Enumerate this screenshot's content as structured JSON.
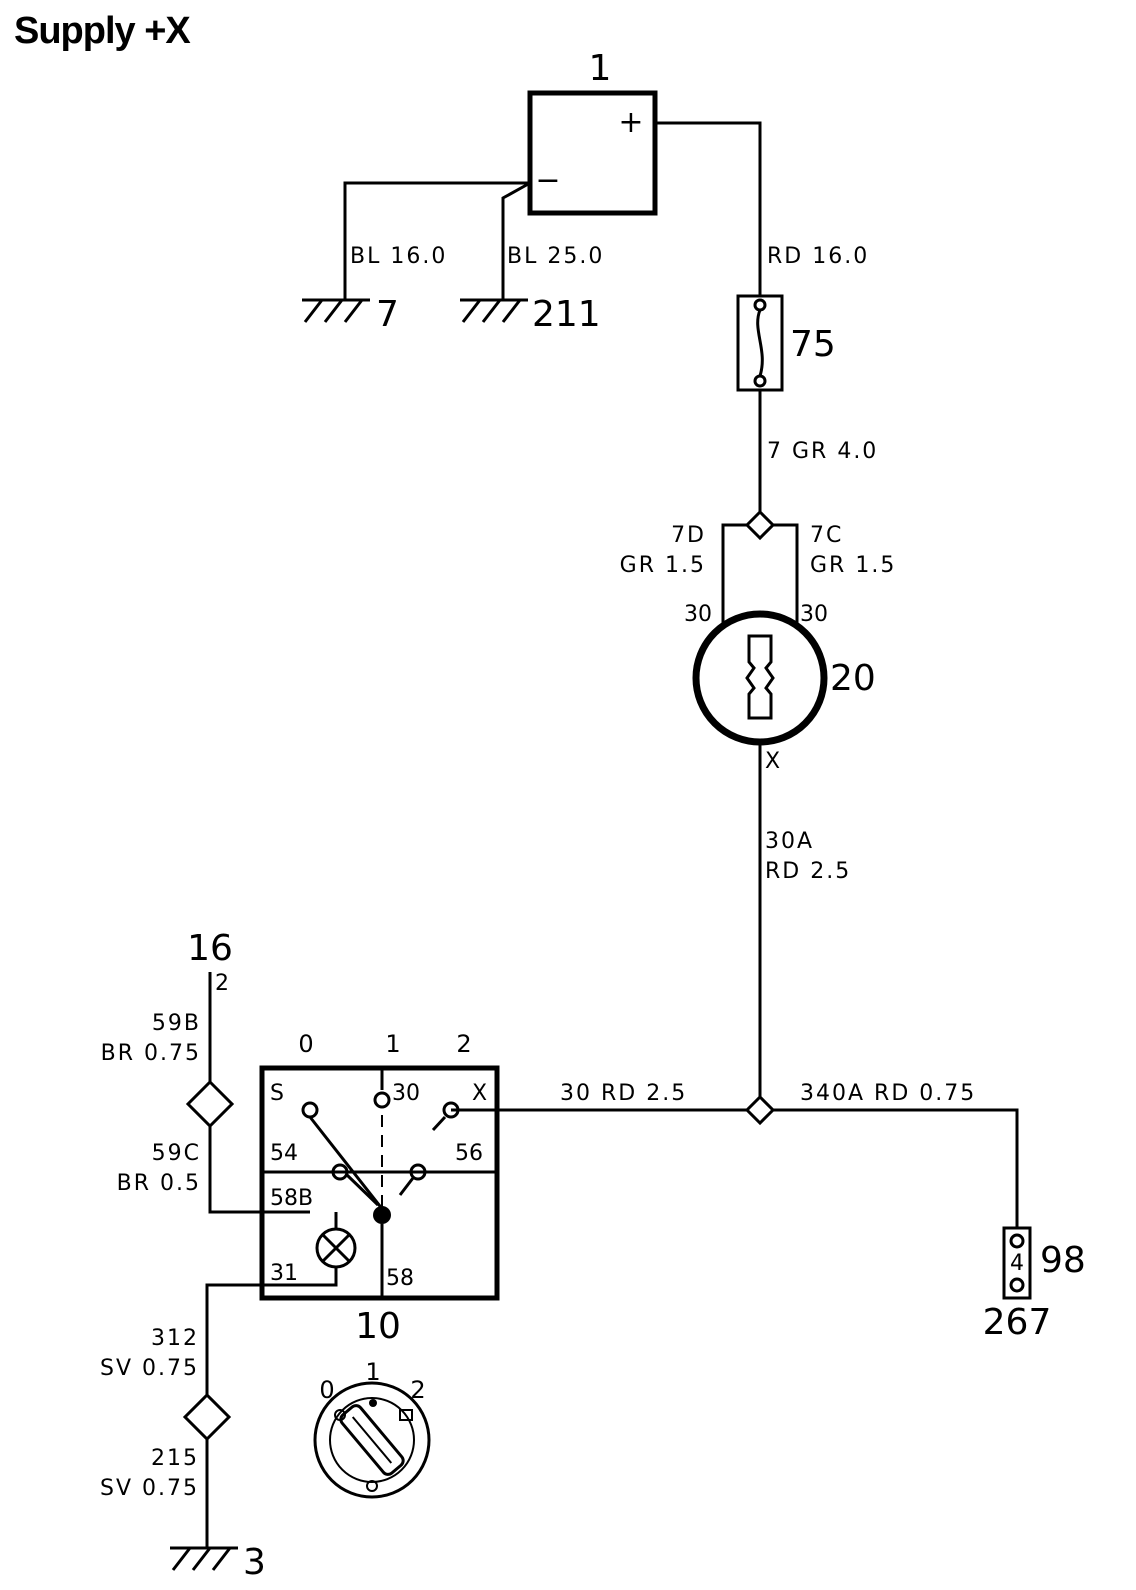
{
  "title": "Supply +X",
  "components": {
    "battery": {
      "id": "1",
      "plus": "+",
      "minus": "−"
    },
    "fuse": {
      "id": "75"
    },
    "ignition_switch": {
      "id": "20",
      "pin_left": "30",
      "pin_right": "30",
      "pin_out": "X"
    },
    "light_switch": {
      "id": "10",
      "positions": [
        "0",
        "1",
        "2"
      ],
      "pins": {
        "s": "S",
        "p30": "30",
        "x": "X",
        "p54": "54",
        "p56": "56",
        "p58b": "58B",
        "p31": "31",
        "p58": "58"
      }
    },
    "connector_16": {
      "id": "16",
      "pin": "2"
    },
    "connector_98": {
      "id": "98",
      "pin": "4",
      "sub": "267"
    },
    "knob": {
      "pos0": "0",
      "pos1": "1",
      "pos2": "2"
    }
  },
  "grounds": [
    "7",
    "211",
    "3"
  ],
  "wires": {
    "bat_neg_1": "BL 16.0",
    "bat_neg_2": "BL 25.0",
    "bat_pos": "RD 16.0",
    "fuse_out": "7 GR 4.0",
    "w7d_id": "7D",
    "w7d": "GR 1.5",
    "w7c_id": "7C",
    "w7c": "GR 1.5",
    "w30a_id": "30A",
    "w30a": "RD 2.5",
    "w30": "30 RD 2.5",
    "w340a": "340A RD 0.75",
    "w59b_id": "59B",
    "w59b": "BR 0.75",
    "w59c_id": "59C",
    "w59c": "BR 0.5",
    "w312_id": "312",
    "w312": "SV 0.75",
    "w215_id": "215",
    "w215": "SV 0.75"
  }
}
